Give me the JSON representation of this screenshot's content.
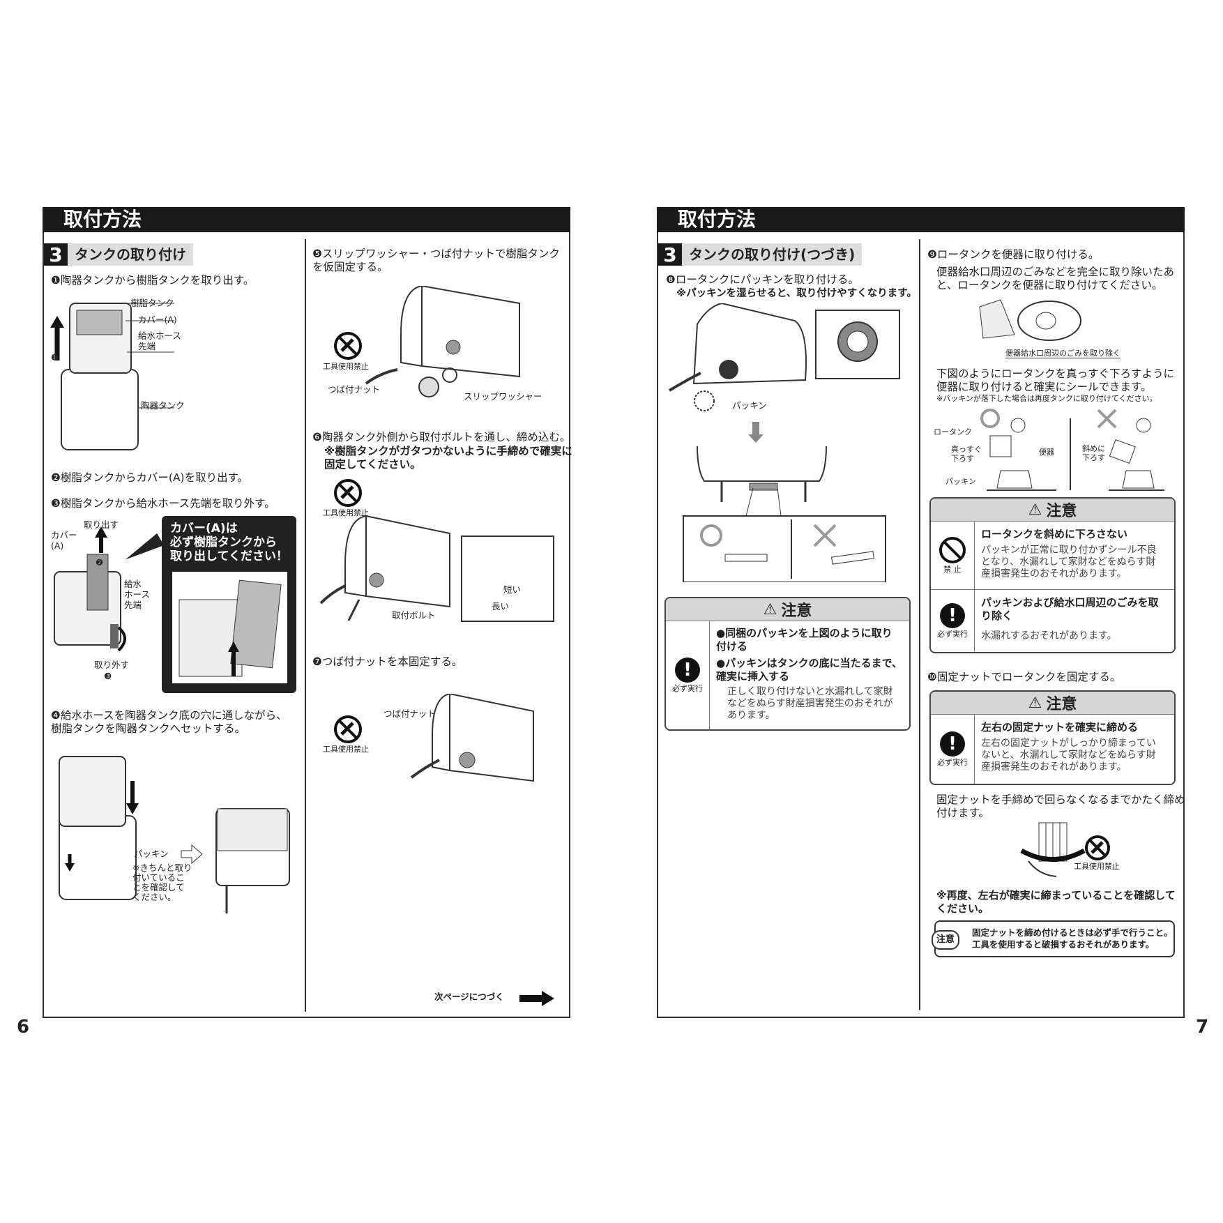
{
  "left": {
    "header": "取付方法",
    "section_num": "3",
    "section_title": "タンクの取り付け",
    "step1": "❶陶器タンクから樹脂タンクを取り出す。",
    "fig1": {
      "resin_tank": "樹脂タンク",
      "cover_a": "カバー(A)",
      "hose_tip": "給水ホース\n先端",
      "ceramic_tank": "陶器タンク",
      "marker": "❶"
    },
    "step2": "❷樹脂タンクからカバー(A)を取り出す。",
    "step3": "❸樹脂タンクから給水ホース先端を取り外す。",
    "fig3": {
      "take_out": "取り出す",
      "cover_a": "カバー\n(A)",
      "hose_tip": "給水\nホース\n先端",
      "remove": "取り外す",
      "m2": "❷",
      "m3": "❸",
      "callout": "カバー(A)は\n必ず樹脂タンクから\n取り出してください！"
    },
    "step4": "❹給水ホースを陶器タンク底の穴に通しながら、\n樹脂タンクを陶器タンクへセットする。",
    "fig4": {
      "packing": "パッキン",
      "note": "※きちんと取り\n付いているこ\nとを確認して\nください。"
    },
    "step5": "❺スリップワッシャー・つば付ナットで樹脂タンク\nを仮固定する。",
    "fig5": {
      "no_tool": "工具使用禁止",
      "flange_nut": "つば付ナット",
      "slip_washer": "スリップワッシャー"
    },
    "step6": "❻陶器タンク外側から取付ボルトを通し、締め込む。",
    "step6_note": "※樹脂タンクがガタつかないように手締めで確実に\n固定してください。",
    "fig6": {
      "no_tool": "工具使用禁止",
      "bolt": "取付ボルト",
      "short": "短い",
      "long": "長い"
    },
    "step7": "❼つば付ナットを本固定する。",
    "fig7": {
      "no_tool": "工具使用禁止",
      "flange_nut": "つば付ナット"
    },
    "next": "次ページにつづく",
    "page_number": "6"
  },
  "right": {
    "header": "取付方法",
    "section_num": "3",
    "section_title": "タンクの取り付け(つづき)",
    "step8": "❽ロータンクにパッキンを取り付ける。",
    "step8_note": "※パッキンを湿らせると、取り付けやすくなります。",
    "fig8": {
      "packing": "パッキン"
    },
    "caution1": {
      "title": "注意",
      "icon_label": "必ず実行",
      "b1": "●同梱のパッキンを上図のように取り\n付ける",
      "b2": "●パッキンはタンクの底に当たるまで、\n確実に挿入する",
      "body": "正しく取り付けないと水漏れして家財\nなどをぬらす財産損害発生のおそれが\nあります。"
    },
    "step9": "❾ロータンクを便器に取り付ける。",
    "step9_text": "便器給水口周辺のごみなどを完全に取り除いたあ\nと、ロータンクを便器に取り付けてください。",
    "fig9a": {
      "caption": "便器給水口周辺のごみを取り除く"
    },
    "step9_text2": "下図のようにロータンクを真っすぐ下ろすように\n便器に取り付けると確実にシールできます。",
    "step9_note": "※パッキンが落下した場合は再度タンクに取り付けてください。",
    "fig9b": {
      "low_tank": "ロータンク",
      "straight": "真っすぐ\n下ろす",
      "toilet": "便器",
      "packing": "パッキン",
      "diagonal": "斜めに\n下ろす"
    },
    "caution2": {
      "title": "注意",
      "r1_icon": "禁 止",
      "r1_head": "ロータンクを斜めに下ろさない",
      "r1_body": "パッキンが正常に取り付かずシール不良\nとなり、水漏れして家財などをぬらす財\n産損害発生のおそれがあります。",
      "r2_icon": "必ず実行",
      "r2_head": "パッキンおよび給水口周辺のごみを取\nり除く",
      "r2_body": "水漏れするおそれがあります。"
    },
    "step10": "❿固定ナットでロータンクを固定する。",
    "caution3": {
      "title": "注意",
      "icon_label": "必ず実行",
      "head": "左右の固定ナットを確実に締める",
      "body": "左右の固定ナットがしっかり締まってい\nないと、水漏れして家財などをぬらす財\n産損害発生のおそれがあります。"
    },
    "step10_text": "固定ナットを手締めで回らなくなるまでかたく締め\n付けます。",
    "fig10": {
      "no_tool": "工具使用禁止"
    },
    "step10_note": "※再度、左右が確実に締まっていることを確認して\nください。",
    "notice": {
      "badge": "注意",
      "text": "固定ナットを締め付けるときは必ず手で行うこと。\n工具を使用すると破損するおそれがあります。"
    },
    "page_number": "7"
  }
}
